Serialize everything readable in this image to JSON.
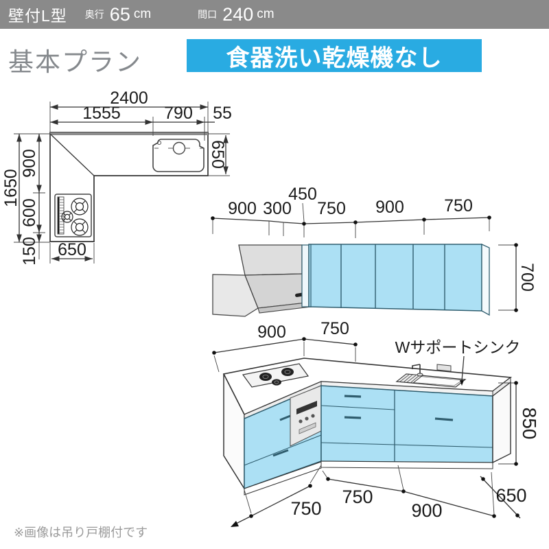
{
  "colors": {
    "header_bg": "#8a8a8a",
    "banner_bg": "#29abe2",
    "cabinet_blue": "#ace0f4",
    "title_gray": "#85898d",
    "line": "#333333"
  },
  "header": {
    "type": "壁付L型",
    "depth_label": "奥行",
    "depth_value": "65",
    "depth_unit": "cm",
    "width_label": "間口",
    "width_value": "240",
    "width_unit": "cm"
  },
  "plan": {
    "title": "基本プラン",
    "banner": "食器洗い乾燥機なし"
  },
  "floor_plan": {
    "total_width": "2400",
    "left_width": "1555",
    "sink_width": "790",
    "end_space": "55",
    "counter_depth": "650",
    "left_total": "1650",
    "left_top": "900",
    "left_mid": "600",
    "left_bottom": "150",
    "left_wing_width": "650"
  },
  "elevation": {
    "d1": "900",
    "d2": "300",
    "d3": "450",
    "d4": "750",
    "d5": "900",
    "d6": "750",
    "height": "700"
  },
  "perspective": {
    "d_left": "900",
    "d_mid": "750",
    "sink_label": "Wサポートシンク",
    "height": "850",
    "depth": "650",
    "front1": "750",
    "front2": "900",
    "left_front": "750"
  },
  "footer": {
    "note": "※画像は吊り戸棚付です"
  }
}
